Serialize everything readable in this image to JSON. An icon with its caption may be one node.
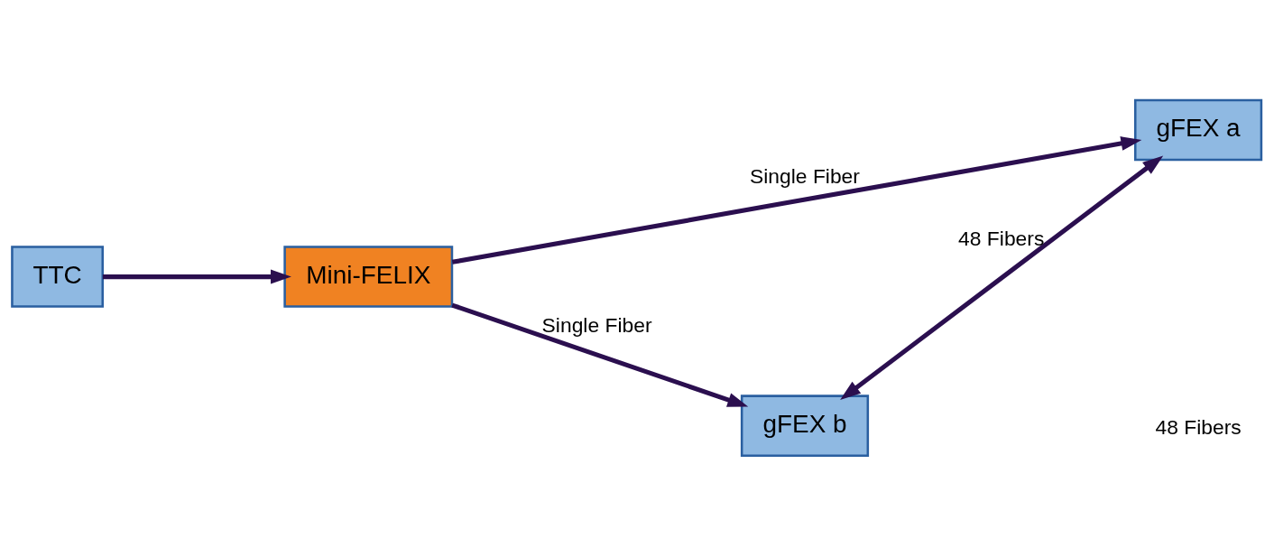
{
  "diagram": {
    "nodes": [
      {
        "text": [
          "TTC"
        ]
      },
      {
        "text": [
          "Mini-FELIX"
        ]
      },
      {
        "text": [
          "gFEX a"
        ]
      },
      {
        "text": [
          "gFEX b"
        ]
      }
    ],
    "edges": [
      {
        "from": 0,
        "to": 1,
        "arrow": "to"
      },
      {
        "from": 1,
        "to": 2,
        "arrow": "to",
        "label": "Single Fiber"
      },
      {
        "from": 1,
        "to": 3,
        "arrow": "to",
        "label": "Single Fiber"
      },
      {
        "from": 2,
        "to": 3,
        "arrow": "both",
        "label": "48 Fibers"
      }
    ],
    "labels": [
      "48 Fibers"
    ]
  }
}
